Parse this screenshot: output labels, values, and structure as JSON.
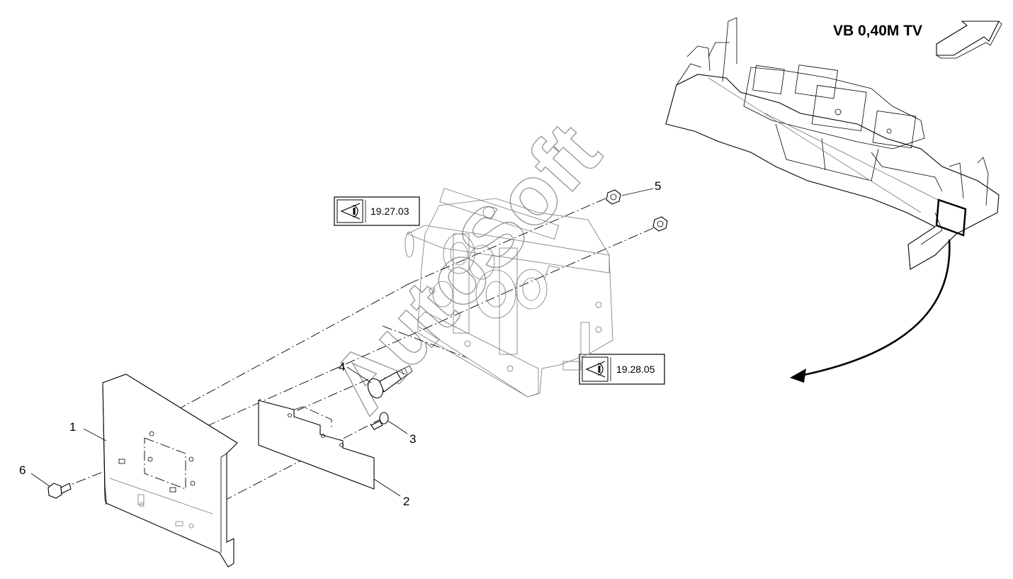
{
  "title": "VB 0,40M TV",
  "watermark": "AutoSoft",
  "references": [
    {
      "label": "19.27.03",
      "icon": "eye-icon"
    },
    {
      "label": "19.28.05",
      "icon": "eye-icon"
    }
  ],
  "callouts": [
    "1",
    "2",
    "3",
    "4",
    "5",
    "6"
  ]
}
